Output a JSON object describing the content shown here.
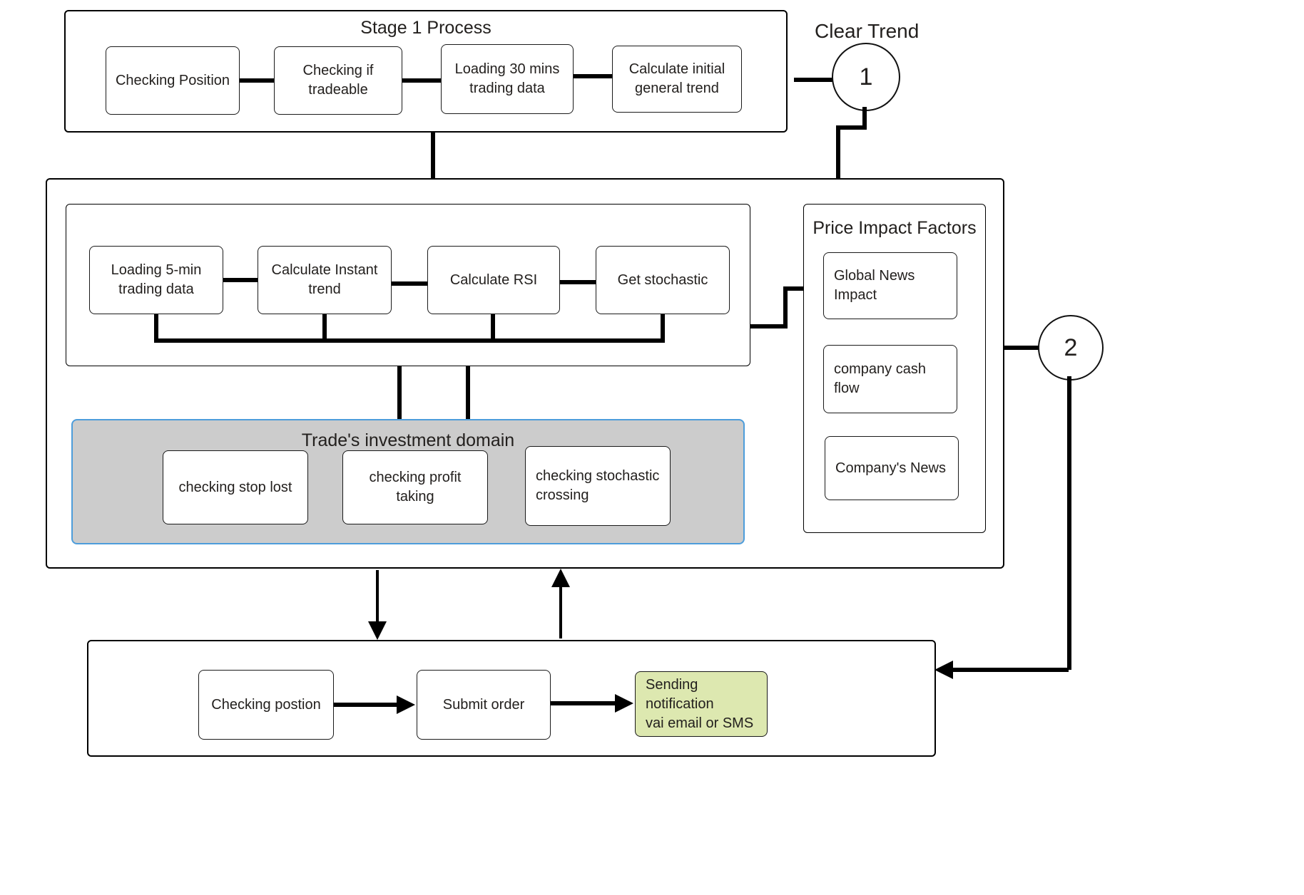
{
  "diagram": {
    "title_stage1": "Stage 1 Process",
    "title_domain": "Trade's investment domain",
    "title_price_factors": "Price Impact Factors",
    "caption_clear_trend": "Clear Trend",
    "connector_1": "1",
    "connector_2": "2",
    "colors": {
      "domain_fill": "#cccccc",
      "domain_border": "#4d9ddb",
      "notification_fill": "#dde8b0",
      "stroke": "#000000"
    }
  },
  "stage1": {
    "steps": [
      {
        "label": "Checking Position"
      },
      {
        "label": "Checking if\ntradeable"
      },
      {
        "label": "Loading 30 mins\ntrading data"
      },
      {
        "label": "Calculate initial\ngeneral trend"
      }
    ]
  },
  "stage2": {
    "indicators": [
      {
        "label": "Loading 5-min\ntrading data"
      },
      {
        "label": "Calculate Instant\ntrend"
      },
      {
        "label": "Calculate RSI"
      },
      {
        "label": "Get stochastic"
      }
    ],
    "domain_checks": [
      {
        "label": "checking stop lost"
      },
      {
        "label": "checking profit taking"
      },
      {
        "label": "checking stochastic\ncrossing"
      }
    ],
    "price_impact_factors": [
      {
        "label": "Global News Impact"
      },
      {
        "label": "company cash flow"
      },
      {
        "label": "Company's News"
      }
    ]
  },
  "stage3": {
    "steps": [
      {
        "label": "Checking postion"
      },
      {
        "label": "Submit order"
      },
      {
        "label": "Sending notification\nvai email or SMS"
      }
    ]
  }
}
